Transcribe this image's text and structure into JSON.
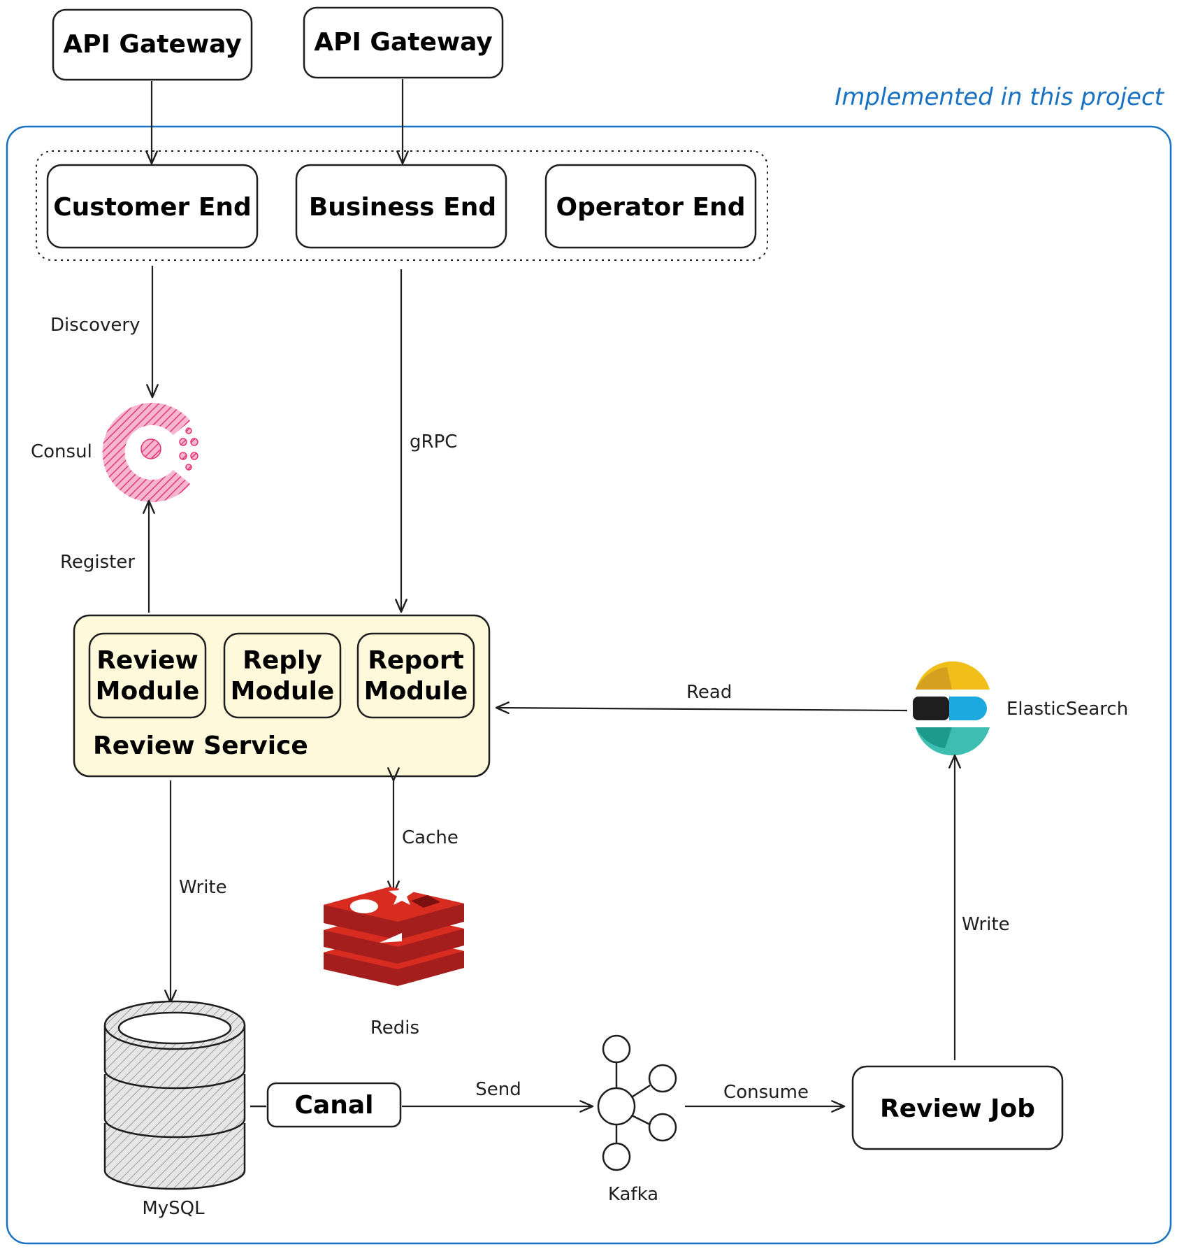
{
  "gateways": [
    {
      "label": "API Gateway"
    },
    {
      "label": "API Gateway"
    }
  ],
  "project_label": "Implemented in this project",
  "ends": [
    {
      "label": "Customer End"
    },
    {
      "label": "Business End"
    },
    {
      "label": "Operator End"
    }
  ],
  "edges": {
    "discovery": "Discovery",
    "grpc": "gRPC",
    "register": "Register",
    "read": "Read",
    "cache": "Cache",
    "write_mysql": "Write",
    "write_es": "Write",
    "send": "Send",
    "consume": "Consume"
  },
  "nodes": {
    "consul": "Consul",
    "elasticsearch": "ElasticSearch",
    "redis": "Redis",
    "mysql": "MySQL",
    "canal": "Canal",
    "kafka": "Kafka",
    "review_job": "Review Job"
  },
  "review_service": {
    "title": "Review Service",
    "modules": [
      {
        "line1": "Review",
        "line2": "Module"
      },
      {
        "line1": "Reply",
        "line2": "Module"
      },
      {
        "line1": "Report",
        "line2": "Module"
      }
    ]
  },
  "colors": {
    "project_border": "#1971c2",
    "service_fill": "#fff9db",
    "consul": "#e03875",
    "redis": "#c62828",
    "es_yellow": "#f0bf1a",
    "es_blue": "#1ba9e0",
    "es_teal": "#3ebeb0"
  }
}
